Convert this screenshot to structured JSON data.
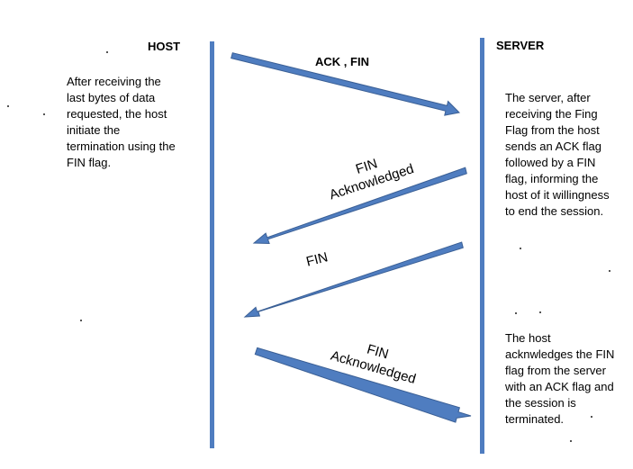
{
  "colors": {
    "lifeline": "#4F7DC0",
    "arrow_fill": "#4F7DC0",
    "arrow_stroke": "#3A5F95",
    "text": "#000000"
  },
  "host": {
    "title": "HOST",
    "note_lines": [
      "After receiving the",
      "last bytes of data",
      "requested, the host",
      "initiate the",
      "termination using the",
      "FIN flag."
    ]
  },
  "server": {
    "title": "SERVER",
    "note1_lines": [
      "The server, after",
      "receiving the Fing",
      "Flag from the host",
      "sends an ACK flag",
      "followed by a FIN",
      "flag, informing the",
      "host of it willingness",
      "to end the session."
    ],
    "note2_lines": [
      "The host",
      "acknwledges the FIN",
      "flag from the server",
      "with an ACK flag and",
      "the session is",
      "terminated."
    ]
  },
  "messages": [
    {
      "label_lines": [
        "ACK , FIN"
      ],
      "direction": "host-to-server"
    },
    {
      "label_lines": [
        "FIN",
        "Acknowledged"
      ],
      "direction": "server-to-host"
    },
    {
      "label_lines": [
        "FIN"
      ],
      "direction": "server-to-host"
    },
    {
      "label_lines": [
        "FIN",
        "Acknowledged"
      ],
      "direction": "host-to-server"
    }
  ]
}
